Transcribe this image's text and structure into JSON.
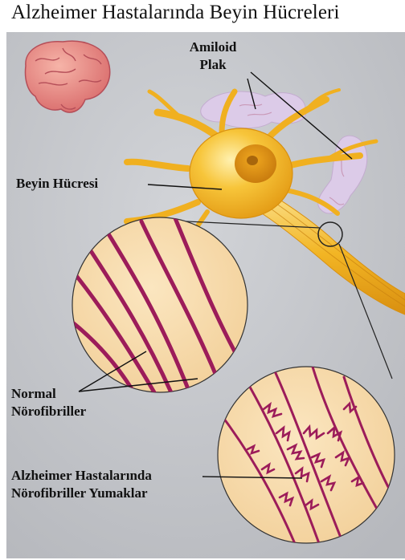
{
  "title": "Alzheimer Hastalarında Beyin Hücreleri",
  "labels": {
    "amiloid_line1": "Amiloid",
    "amiloid_line2": "Plak",
    "beyin_hucresi": "Beyin Hücresi",
    "normal_line1": "Normal",
    "normal_line2": "Nörofibriller",
    "alz_line1": "Alzheimer Hastalarında",
    "alz_line2": "Nörofibriller Yumaklar"
  },
  "colors": {
    "background": "#c6c8cc",
    "neuron": "#f4b422",
    "nucleus": "#e09a14",
    "plaque": "#d9c7e6",
    "fibril": "#9c1c5a",
    "circle_fill": "#f7dcae",
    "brain": "#e89090"
  }
}
